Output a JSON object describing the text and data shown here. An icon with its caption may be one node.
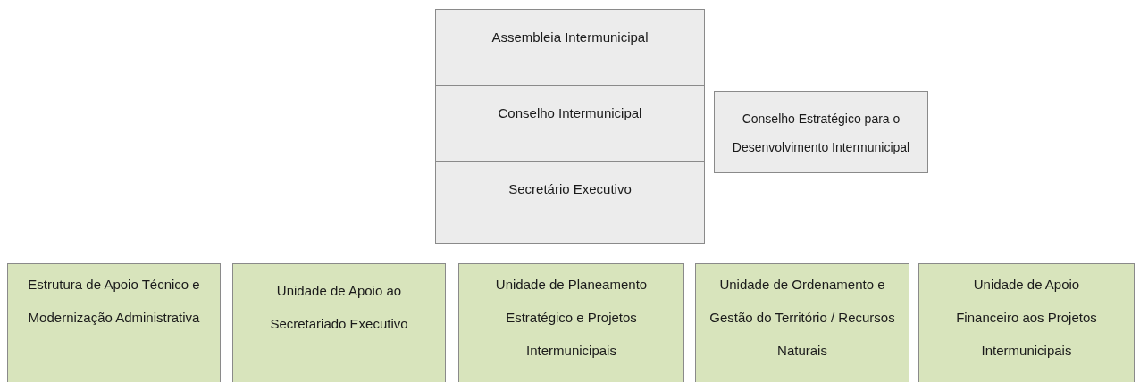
{
  "diagram": {
    "nodes": [
      {
        "text": [
          "Assembleia Intermunicipal"
        ]
      },
      {
        "text": [
          "Conselho Intermunicipal"
        ]
      },
      {
        "text": [
          "Secretário Executivo"
        ]
      },
      {
        "text": [
          "Conselho Estratégico para o Desenvolvimento Intermunicipal"
        ]
      },
      {
        "text": [
          "Estrutura de Apoio Técnico e Modernização Administrativa"
        ]
      },
      {
        "text": [
          "Unidade de Apoio ao Secretariado Executivo"
        ]
      },
      {
        "text": [
          "Unidade de Planeamento Estratégico e Projetos Intermunicipais"
        ]
      },
      {
        "text": [
          "Unidade de Ordenamento e Gestão do Território / Recursos Naturais"
        ]
      },
      {
        "text": [
          "Unidade de Apoio Financeiro aos Projetos Intermunicipais"
        ]
      }
    ]
  }
}
